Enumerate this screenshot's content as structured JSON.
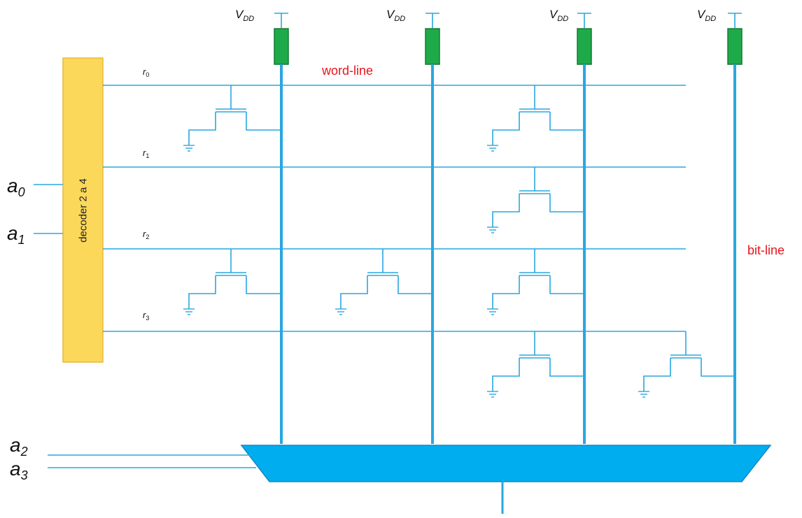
{
  "decoder": {
    "label": "decoder  2 a 4"
  },
  "address_inputs": [
    {
      "base": "a",
      "sub": "0"
    },
    {
      "base": "a",
      "sub": "1"
    },
    {
      "base": "a",
      "sub": "2"
    },
    {
      "base": "a",
      "sub": "3"
    }
  ],
  "row_labels": [
    {
      "base": "r",
      "sub": "0"
    },
    {
      "base": "r",
      "sub": "1"
    },
    {
      "base": "r",
      "sub": "2"
    },
    {
      "base": "r",
      "sub": "3"
    }
  ],
  "vdd": {
    "base": "V",
    "sub": "DD"
  },
  "wordline_label": "word-line",
  "bitline_label": "bit-line",
  "colors": {
    "wire": "#2aa7df",
    "decoder_fill": "#fcd85a",
    "decoder_stroke": "#e8b93a",
    "pullup_fill": "#1faa4a",
    "pullup_stroke": "#137a33",
    "mux_fill": "#00aeef",
    "mux_stroke": "#1a85c2",
    "label_red": "#e8141c"
  }
}
